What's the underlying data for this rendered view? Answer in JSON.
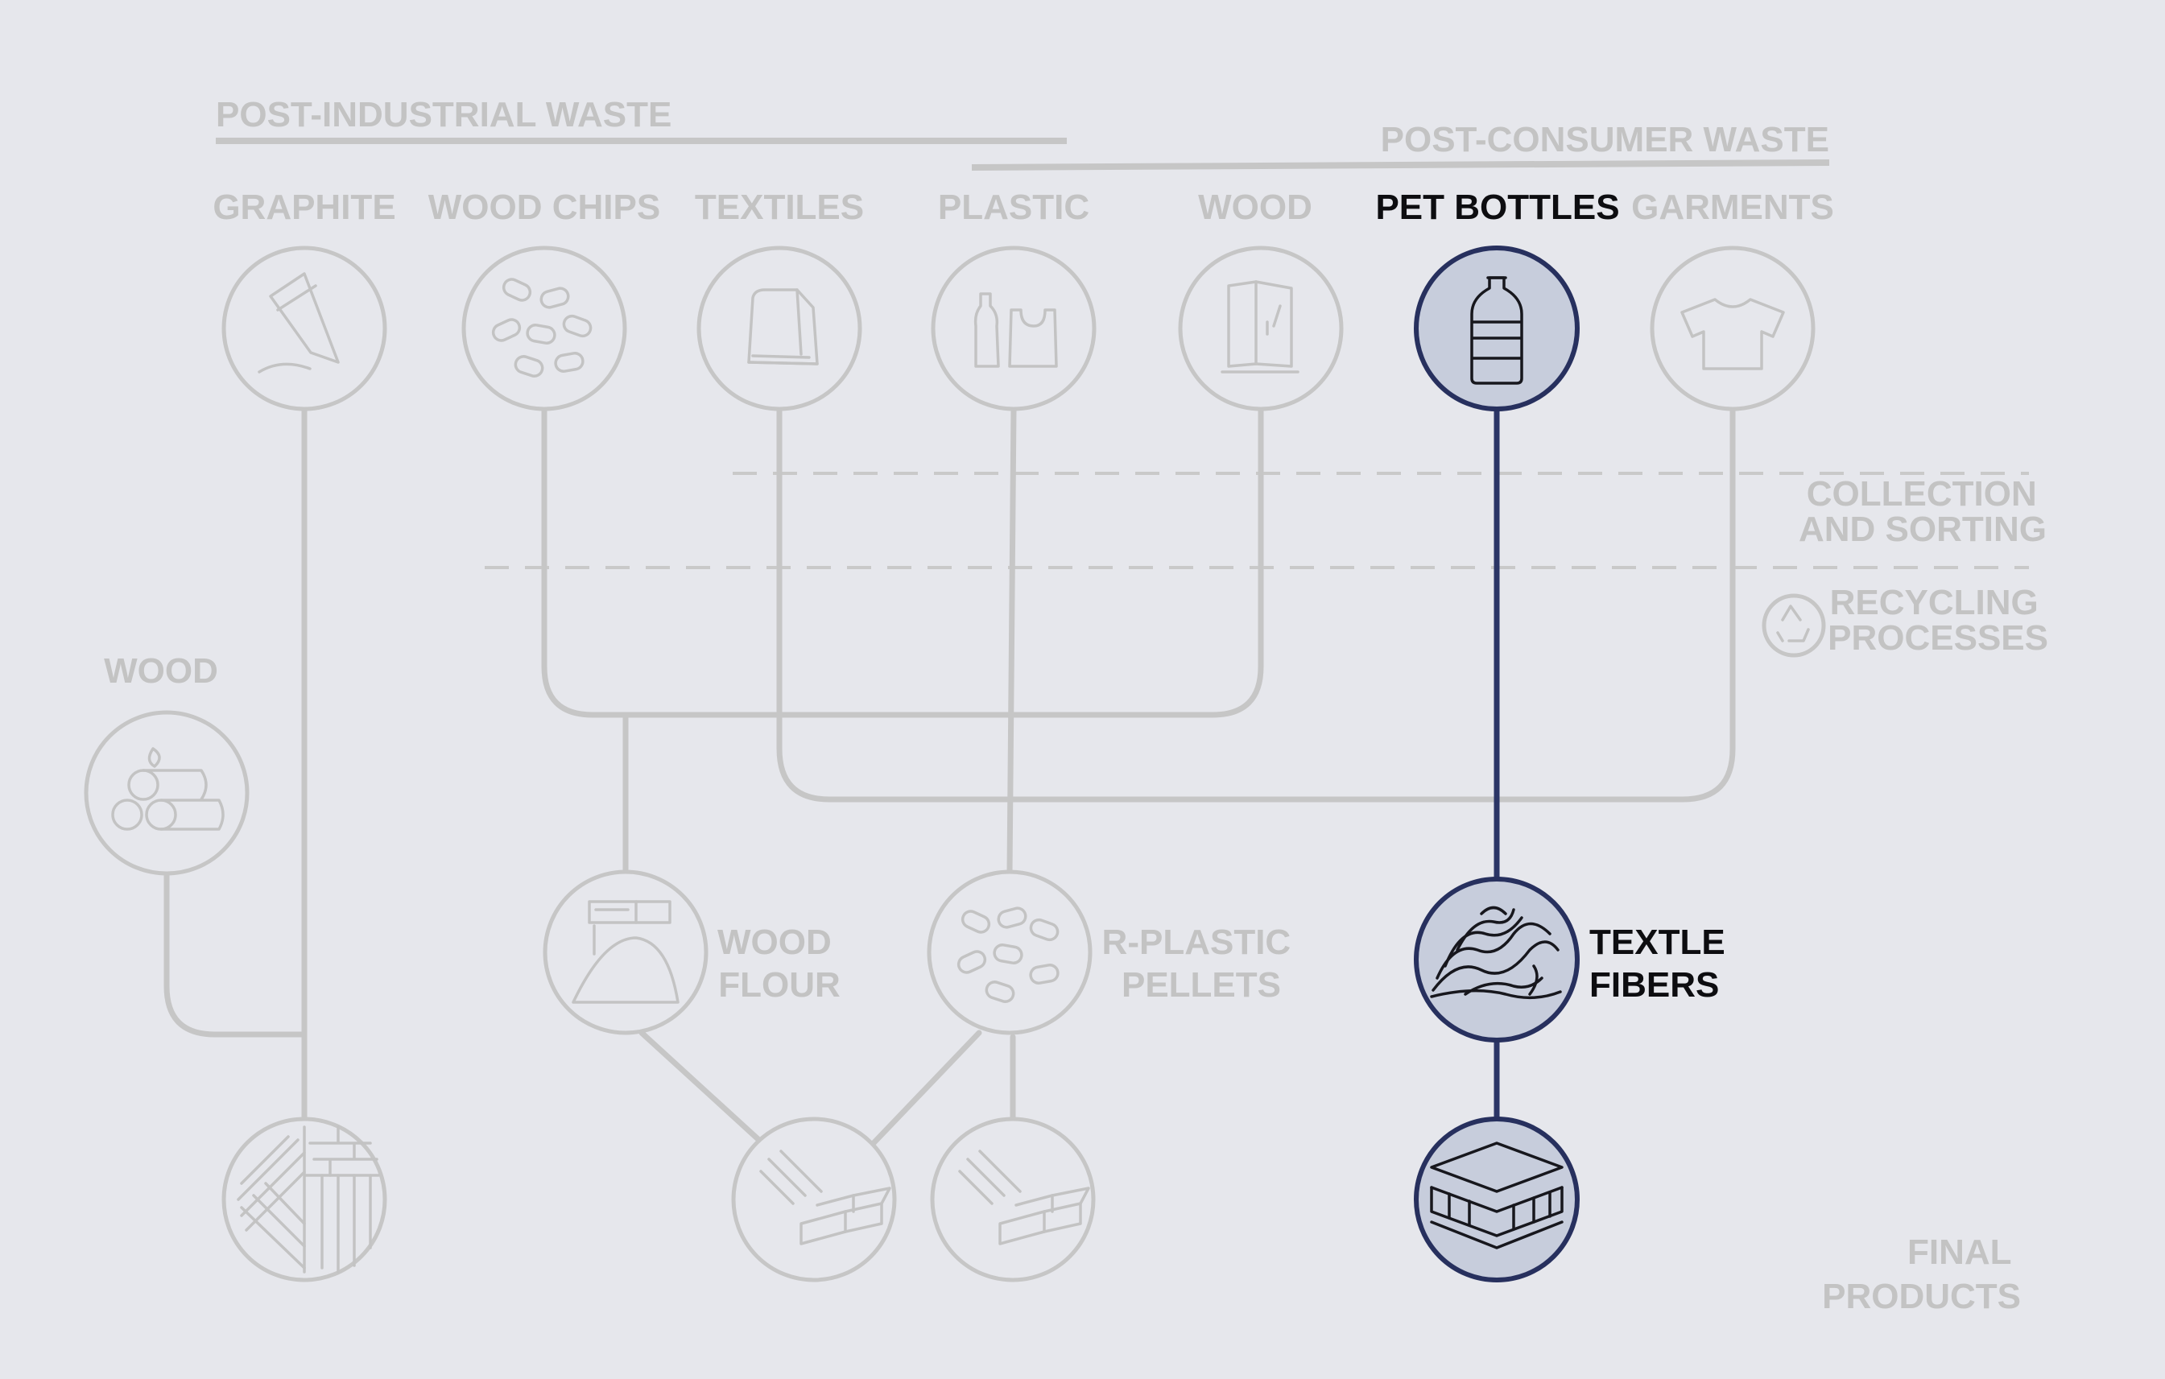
{
  "headers": {
    "post_industrial": "POST-INDUSTRIAL WASTE",
    "post_consumer": "POST-CONSUMER WASTE"
  },
  "sources": {
    "graphite": "GRAPHITE",
    "wood_chips": "WOOD CHIPS",
    "textiles": "TEXTILES",
    "plastic": "PLASTIC",
    "wood": "WOOD",
    "pet_bottles": "PET BOTTLES",
    "garments": "GARMENTS"
  },
  "side_source": {
    "wood": "WOOD"
  },
  "stages": {
    "collection_line1": "COLLECTION",
    "collection_line2": "AND SORTING",
    "recycling_line1": "RECYCLING",
    "recycling_line2": "PROCESSES",
    "final_line1": "FINAL",
    "final_line2": "PRODUCTS"
  },
  "intermediates": {
    "wood_flour_line1": "WOOD",
    "wood_flour_line2": "FLOUR",
    "rplastic_line1": "R-PLASTIC",
    "rplastic_line2": "PELLETS",
    "textile_fibers_line1": "TEXTLE",
    "textile_fibers_line2": "FIBERS"
  },
  "highlighted_path": [
    "pet_bottles",
    "textile_fibers",
    "final_panel"
  ],
  "colors": {
    "background": "#e6e7ec",
    "dim": "#c6c6c6",
    "highlight_stroke": "#27305e",
    "highlight_fill": "#c7cddc",
    "highlight_text": "#0d0d10"
  },
  "icons": {
    "graphite": "pencil-icon",
    "wood_chips": "pellets-icon",
    "textiles": "fabric-roll-icon",
    "plastic": "bottle-bag-icon",
    "wood": "door-icon",
    "pet_bottles": "bottle-icon",
    "garments": "tshirt-icon",
    "wood_source": "logs-icon",
    "wood_flour": "flour-pile-icon",
    "rplastic_pellets": "pellets-icon",
    "textile_fibers": "fibers-icon",
    "final_panel": "layered-panel-icon",
    "final_parquet": "parquet-icon",
    "final_decking": "decking-boards-icon",
    "recycling": "recycle-icon"
  }
}
